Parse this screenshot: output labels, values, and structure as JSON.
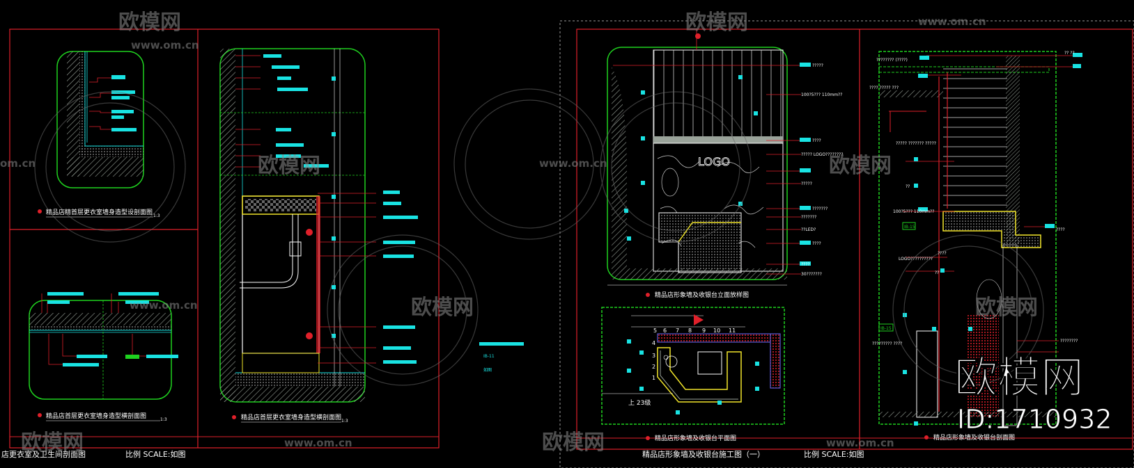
{
  "colors": {
    "background": "#000000",
    "frame": "#e0202a",
    "wall": "#9aa39a",
    "green": "#1fd21f",
    "cyan": "#19e3e3",
    "yellow": "#f2e62a",
    "white": "#ffffff",
    "watermark": "#8c8c8c"
  },
  "watermark": {
    "brand": "欧模网",
    "domain": "www.om.cn",
    "domain_short": "om.cn",
    "id_label": "ID:1710932"
  },
  "sheet_left": {
    "detail_1_title": "精品店精首层更衣室墙身造型设剖面图",
    "detail_1_scale": "1:3",
    "detail_2_title": "精品店首层更衣室墙身造型横剖面图",
    "detail_2_scale": "1:3",
    "detail_3_title": "精品店首层更衣室墙身造型横剖面图",
    "detail_3_scale": "1:3",
    "footer_title": "店更衣室及卫生间剖面图",
    "footer_scale": "比例  SCALE:如图",
    "side_note_2": "IB-11",
    "side_note_3": "如图"
  },
  "sheet_right": {
    "elevation_title": "精品店形象墙及收银台立面放样图",
    "plan_title": "精品店形象墙及收银台平面图",
    "section_title": "精品店形象墙及收银台剖面图",
    "footer_title": "精品店形象墙及收银台施工图（一）",
    "footer_scale": "比例  SCALE:如图",
    "logo_text": "LOGO",
    "stair_text": "上 23级",
    "step_numbers": [
      "5",
      "6",
      "7",
      "8",
      "9",
      "10",
      "11"
    ],
    "step_numbers_left": [
      "4",
      "3",
      "2",
      "1"
    ],
    "annotations_elevation": [
      "?????",
      "100?5??? 110mm??",
      "????",
      "????? LOGO????????",
      "?????",
      "???????",
      "???????",
      "??LED?",
      "????",
      "????",
      "30???????"
    ],
    "annotations_section": [
      "???????? (????)",
      "?? ??",
      "???? ????? ???",
      "????? ??????? ?????",
      "??",
      "100?5??? 110mm??",
      "????",
      "IB-15",
      "????",
      "LOGO??????????",
      "??",
      "IB-15",
      "????????? ????",
      "????????"
    ]
  }
}
